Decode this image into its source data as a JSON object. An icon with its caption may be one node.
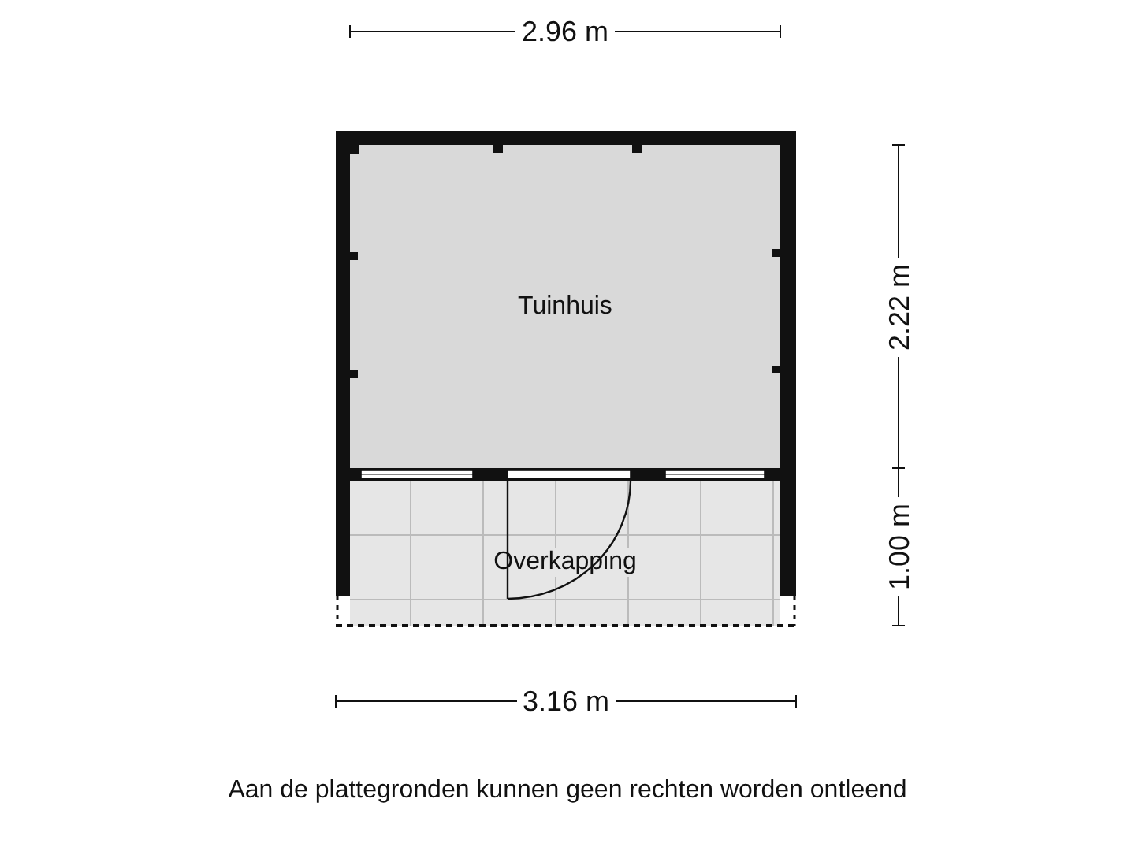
{
  "diagram": {
    "caption": "Aan de plattegronden kunnen geen rechten worden ontleend",
    "nodes": [
      {
        "text": [
          "Tuinhuis"
        ]
      },
      {
        "text": [
          "Overkapping"
        ]
      }
    ],
    "edges": [],
    "labels": [
      "2.96 m",
      "2.22 m",
      "1.00 m",
      "3.16 m"
    ]
  }
}
